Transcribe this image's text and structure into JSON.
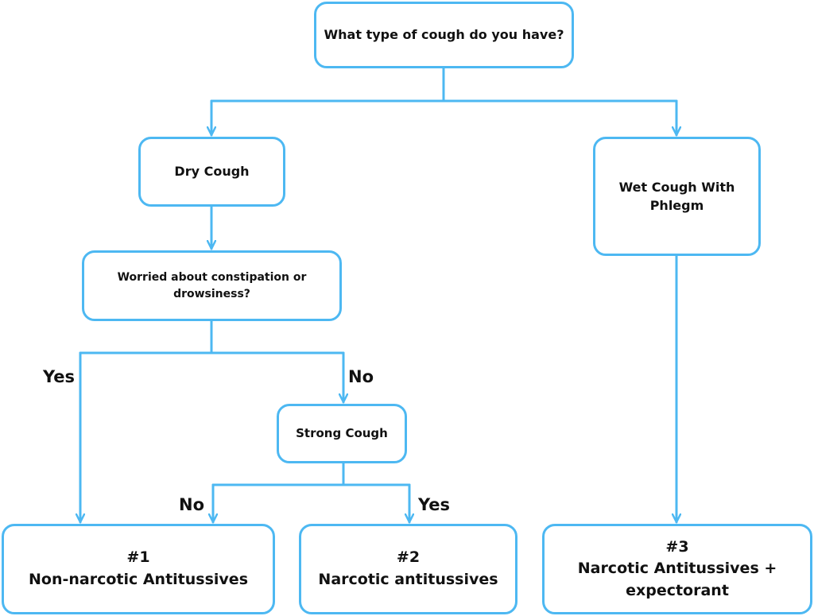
{
  "colors": {
    "line": "#4db8f2",
    "text": "#111111",
    "background": "#ffffff"
  },
  "nodes": {
    "root": "What type of cough do you have?",
    "dry": "Dry Cough",
    "wet": "Wet Cough With Phlegm",
    "worry": "Worried about constipation or drowsiness?",
    "strong": "Strong Cough",
    "r1": {
      "number": "#1",
      "label": "Non-narcotic Antitussives"
    },
    "r2": {
      "number": "#2",
      "label": "Narcotic antitussives"
    },
    "r3": {
      "number": "#3",
      "label": "Narcotic Antitussives + expectorant"
    }
  },
  "edge_labels": {
    "worry_yes": "Yes",
    "worry_no": "No",
    "strong_no": "No",
    "strong_yes": "Yes"
  }
}
